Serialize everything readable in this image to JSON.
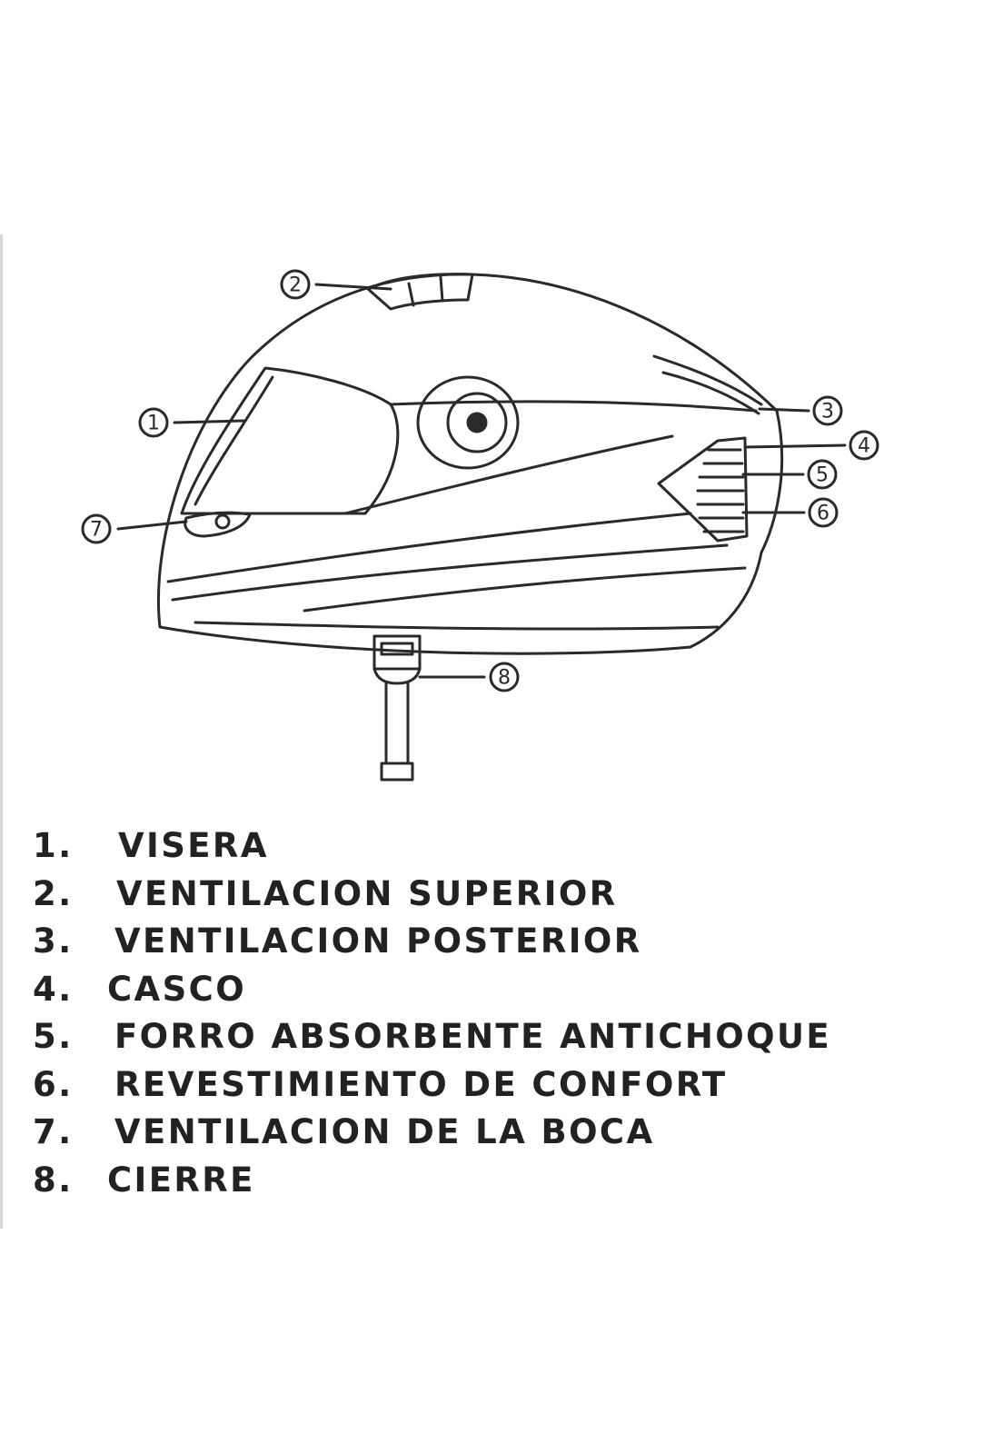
{
  "callouts": [
    "1",
    "2",
    "3",
    "4",
    "5",
    "6",
    "7",
    "8"
  ],
  "legend": [
    {
      "num": "1.",
      "label": "VISERA"
    },
    {
      "num": "2.",
      "label": "VENTILACION SUPERIOR"
    },
    {
      "num": "3.",
      "label": "VENTILACION POSTERIOR"
    },
    {
      "num": "4.",
      "label": "CASCO"
    },
    {
      "num": "5.",
      "label": "FORRO ABSORBENTE ANTICHOQUE"
    },
    {
      "num": "6.",
      "label": "REVESTIMIENTO DE CONFORT"
    },
    {
      "num": "7.",
      "label": "VENTILACION DE LA BOCA"
    },
    {
      "num": "8.",
      "label": "CIERRE"
    }
  ],
  "colors": {
    "line": "#2a2a2a",
    "text": "#222222",
    "background": "#ffffff"
  }
}
